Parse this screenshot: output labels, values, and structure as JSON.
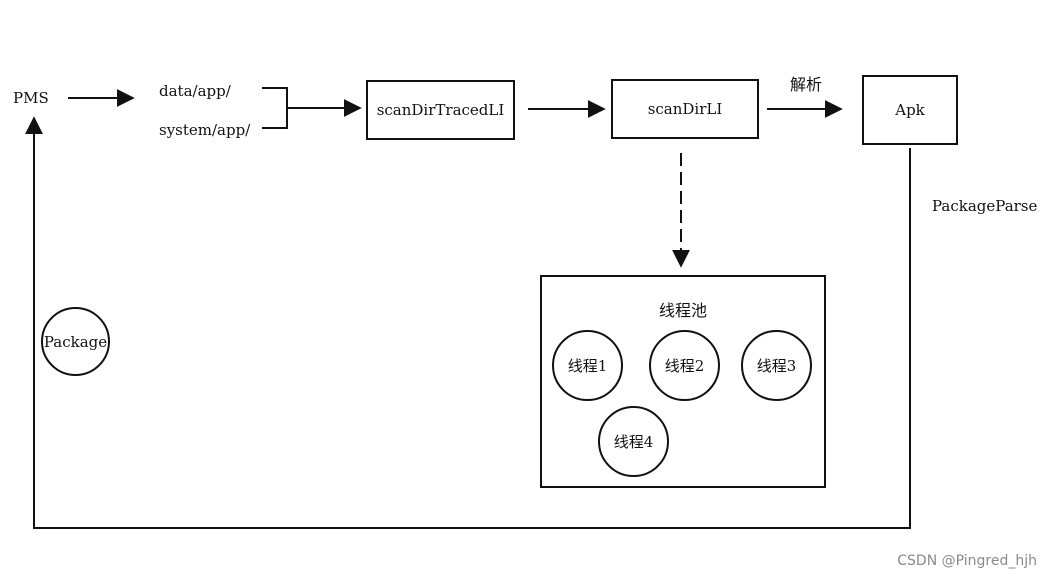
{
  "nodes": {
    "pms": "PMS",
    "data_app": "data/app/",
    "system_app": "system/app/",
    "scan_dir_traced": "scanDirTracedLI",
    "scan_dir": "scanDirLI",
    "parse_label": "解析",
    "apk": "Apk",
    "package_parse": "PackageParse",
    "package": "Package"
  },
  "thread_pool": {
    "title": "线程池",
    "threads": [
      "线程1",
      "线程2",
      "线程3",
      "线程4"
    ]
  },
  "watermark": "CSDN @Pingred_hjh"
}
